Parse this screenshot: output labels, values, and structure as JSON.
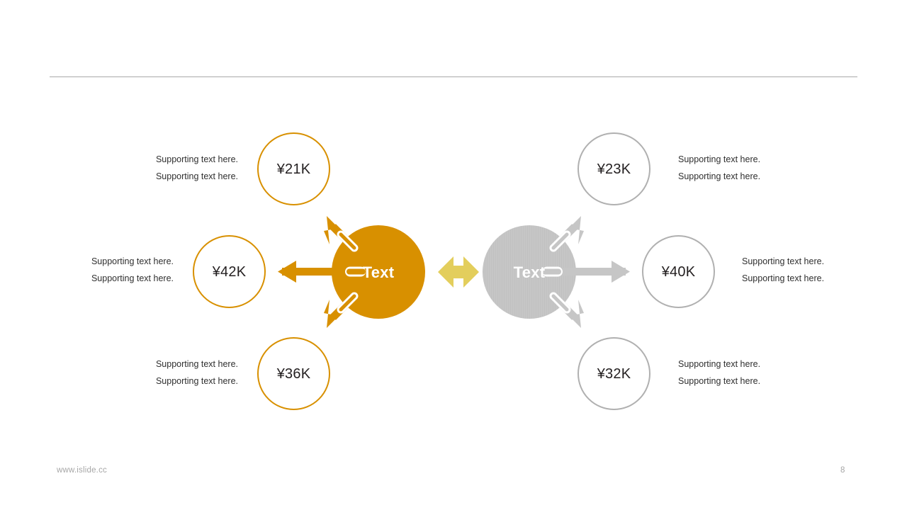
{
  "slide": {
    "background_color": "#ffffff",
    "divider_color": "#a8a8a8"
  },
  "theme": {
    "accent_orange": "#d89000",
    "accent_gray": "#c6c6c6",
    "accent_yellow": "#e3ce5c",
    "outline_orange": "#d89000",
    "outline_gray": "#b0b0b0",
    "text_dark": "#231f20",
    "text_muted": "#a6a6a6"
  },
  "hubs": {
    "left": {
      "label": "Text",
      "color": "#d89000"
    },
    "right": {
      "label": "Text",
      "color": "#c6c6c6"
    }
  },
  "connector": {
    "icon": "double-arrow-horizontal-icon",
    "color": "#e3ce5c"
  },
  "nodes": {
    "left": [
      {
        "id": "top-left",
        "value": "¥21K",
        "color": "#d89000",
        "support_lines": [
          "Supporting text here.",
          "Supporting text here."
        ]
      },
      {
        "id": "middle-left",
        "value": "¥42K",
        "color": "#d89000",
        "support_lines": [
          "Supporting text here.",
          "Supporting text here."
        ]
      },
      {
        "id": "bottom-left",
        "value": "¥36K",
        "color": "#d89000",
        "support_lines": [
          "Supporting text here.",
          "Supporting text here."
        ]
      }
    ],
    "right": [
      {
        "id": "top-right",
        "value": "¥23K",
        "color": "#b0b0b0",
        "support_lines": [
          "Supporting text here.",
          "Supporting text here."
        ]
      },
      {
        "id": "middle-right",
        "value": "¥40K",
        "color": "#b0b0b0",
        "support_lines": [
          "Supporting text here.",
          "Supporting text here."
        ]
      },
      {
        "id": "bottom-right",
        "value": "¥32K",
        "color": "#b0b0b0",
        "support_lines": [
          "Supporting text here.",
          "Supporting text here."
        ]
      }
    ]
  },
  "footer": {
    "url": "www.islide.cc",
    "page_number": "8"
  }
}
